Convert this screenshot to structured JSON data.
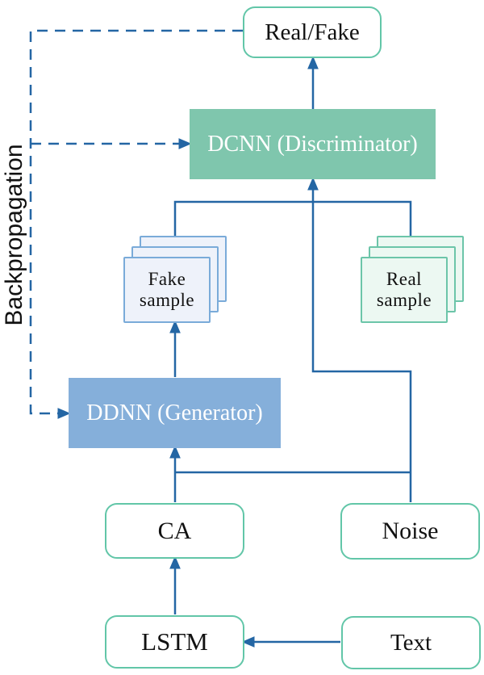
{
  "diagram": {
    "backprop_label": "Backpropagation",
    "nodes": {
      "real_fake": {
        "label": "Real/Fake"
      },
      "dcnn": {
        "label": "DCNN (Discriminator)"
      },
      "fake_sample": {
        "line1": "Fake",
        "line2": "sample"
      },
      "real_sample": {
        "line1": "Real",
        "line2": "sample"
      },
      "ddnn": {
        "label": "DDNN (Generator)"
      },
      "ca": {
        "label": "CA"
      },
      "noise": {
        "label": "Noise"
      },
      "lstm": {
        "label": "LSTM"
      },
      "text": {
        "label": "Text"
      }
    },
    "colors": {
      "line_blue": "#2466a4",
      "green_border": "#62c6a8",
      "teal_fill": "#7fc6ad",
      "blue_fill": "#85afda",
      "fake_card_border": "#7aabd9",
      "fake_card_fill": "#eef2fa",
      "real_card_border": "#6cc5a9",
      "real_card_fill": "#ecf8f2",
      "text_color": "#111111"
    }
  }
}
